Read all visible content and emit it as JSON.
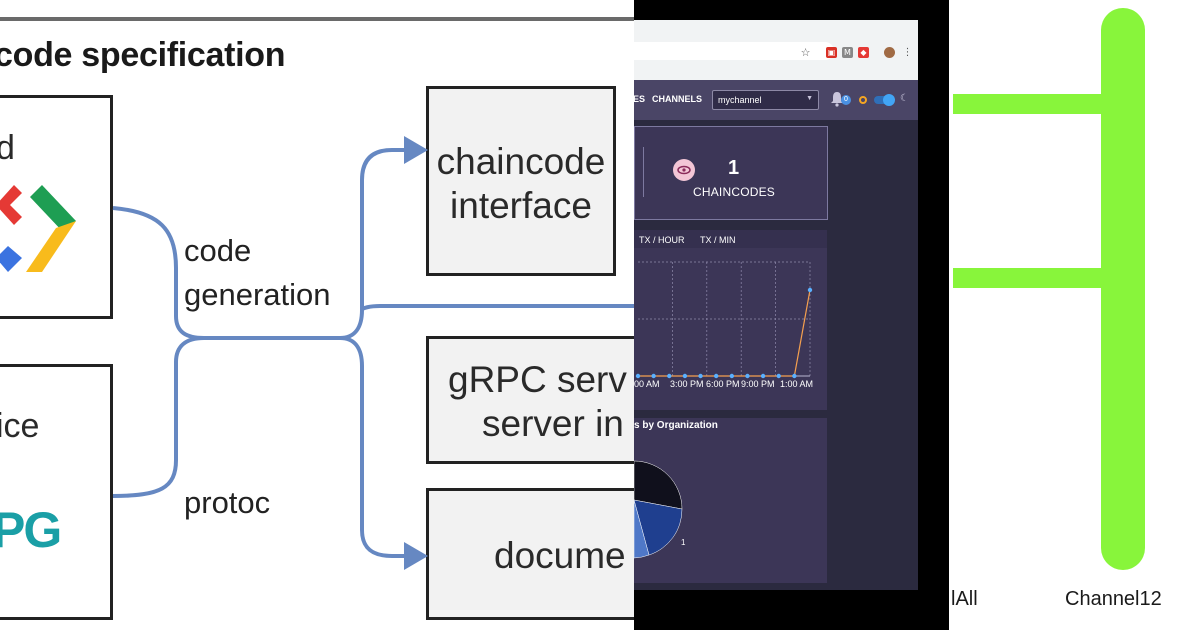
{
  "diagram": {
    "title": "code specification",
    "top_left_box_text": "d",
    "bottom_left_box_text": "ice",
    "bottom_left_logo_text": "PG",
    "chaincode_box": [
      "chaincode",
      "interface"
    ],
    "grpc_box": [
      "gRPC serv",
      "server in"
    ],
    "document_box": "docume",
    "label_code_generation": [
      "code",
      "generation"
    ],
    "label_protoc": "protoc",
    "colors": {
      "connector": "#6688c2",
      "box_border": "#222222",
      "box_fill": "#f2f2f2"
    }
  },
  "dashboard": {
    "nav": {
      "partial_item": "ES",
      "channels": "CHANNELS",
      "channel_select": "mychannel",
      "notification_count": "0"
    },
    "stat": {
      "value": "1",
      "label": "CHAINCODES"
    },
    "tabs": [
      "TX / HOUR",
      "TX / MIN"
    ],
    "x_ticks": [
      "00 AM",
      "3:00 PM",
      "6:00 PM",
      "9:00 PM",
      "1:00 AM"
    ],
    "pie_card_title": "s by Organization",
    "pie_value_label": "1",
    "colors": {
      "navbar": "#4a4566",
      "background": "#2b2a3f",
      "card": "#3c3657",
      "line": "#f5a04f",
      "point": "#5ab0ff",
      "toggle": "#42a5f5"
    }
  },
  "chart_data": {
    "type": "line",
    "title": "",
    "x": [
      "00 AM",
      "",
      "",
      "3:00 PM",
      "",
      "6:00 PM",
      "",
      "9:00 PM",
      "",
      "",
      "1:00 AM",
      ""
    ],
    "y": [
      0,
      0,
      0,
      0,
      0,
      0,
      0,
      0,
      0,
      0,
      0,
      1
    ],
    "grid": true,
    "xlabel": "",
    "ylabel": ""
  },
  "channels_panel": {
    "labels": [
      "lAll",
      "Channel12"
    ],
    "colors": {
      "bar": "#88f53b"
    }
  }
}
